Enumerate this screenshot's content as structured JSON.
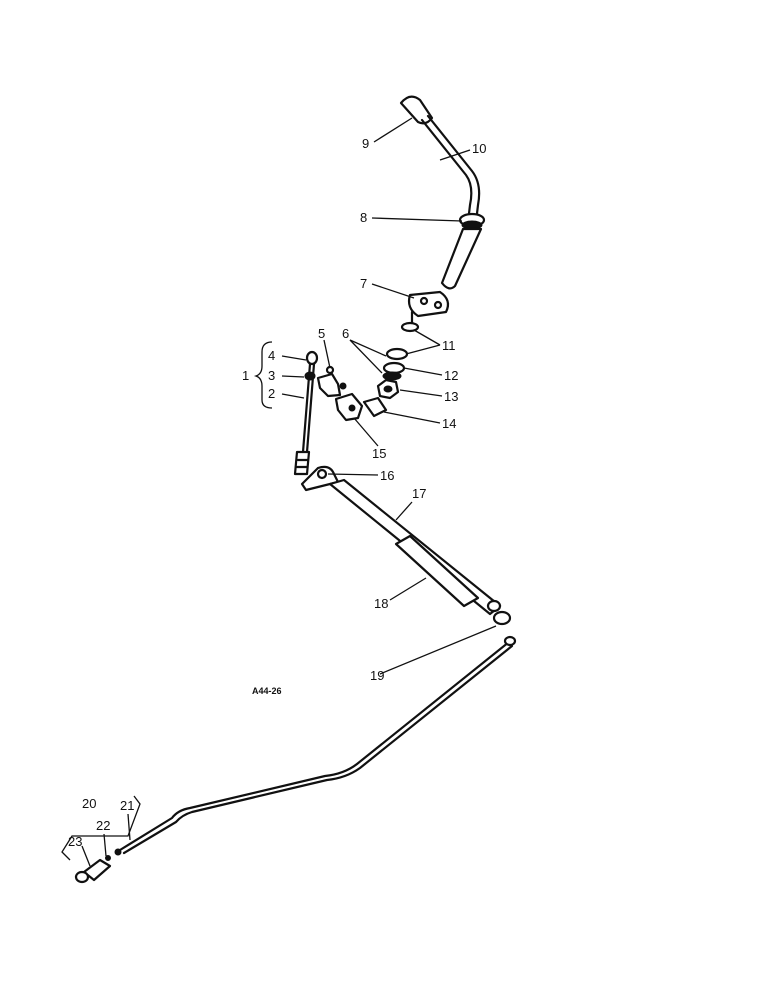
{
  "diagram": {
    "reference_code": "A44-26",
    "callouts": [
      {
        "id": "1",
        "label": "1"
      },
      {
        "id": "2",
        "label": "2"
      },
      {
        "id": "3",
        "label": "3"
      },
      {
        "id": "4",
        "label": "4"
      },
      {
        "id": "5",
        "label": "5"
      },
      {
        "id": "6",
        "label": "6"
      },
      {
        "id": "7",
        "label": "7"
      },
      {
        "id": "8",
        "label": "8"
      },
      {
        "id": "9",
        "label": "9"
      },
      {
        "id": "10",
        "label": "10"
      },
      {
        "id": "11",
        "label": "11"
      },
      {
        "id": "12",
        "label": "12"
      },
      {
        "id": "13",
        "label": "13"
      },
      {
        "id": "14",
        "label": "14"
      },
      {
        "id": "15",
        "label": "15"
      },
      {
        "id": "16",
        "label": "16"
      },
      {
        "id": "17",
        "label": "17"
      },
      {
        "id": "18",
        "label": "18"
      },
      {
        "id": "19",
        "label": "19"
      },
      {
        "id": "20",
        "label": "20"
      },
      {
        "id": "21",
        "label": "21"
      },
      {
        "id": "22",
        "label": "22"
      },
      {
        "id": "23",
        "label": "23"
      }
    ]
  }
}
